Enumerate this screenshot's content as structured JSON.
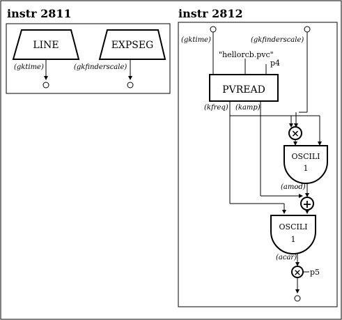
{
  "panels": {
    "left": {
      "title": "instr 2811"
    },
    "right": {
      "title": "instr 2812"
    }
  },
  "left": {
    "line": {
      "label": "LINE"
    },
    "expseg": {
      "label": "EXPSEG"
    },
    "out_gktime": "(gktime)",
    "out_gkfinderscale": "(gkfinderscale)"
  },
  "right": {
    "in_gktime": "(gktime)",
    "in_gkfinderscale": "(gkfinderscale)",
    "file": "\"hellorcb.pvc\"",
    "p4": "p4",
    "pvread": "PVREAD",
    "out_kfreq": "(kfreq)",
    "out_kamp": "(kamp)",
    "multiply_glyph": "×",
    "add_glyph": "+",
    "oscili1": {
      "label": "OSCILI",
      "table": "1"
    },
    "out_amod": "(amod)",
    "oscili2": {
      "label": "OSCILI",
      "table": "1"
    },
    "out_acar": "(acar)",
    "p5": "p5"
  }
}
